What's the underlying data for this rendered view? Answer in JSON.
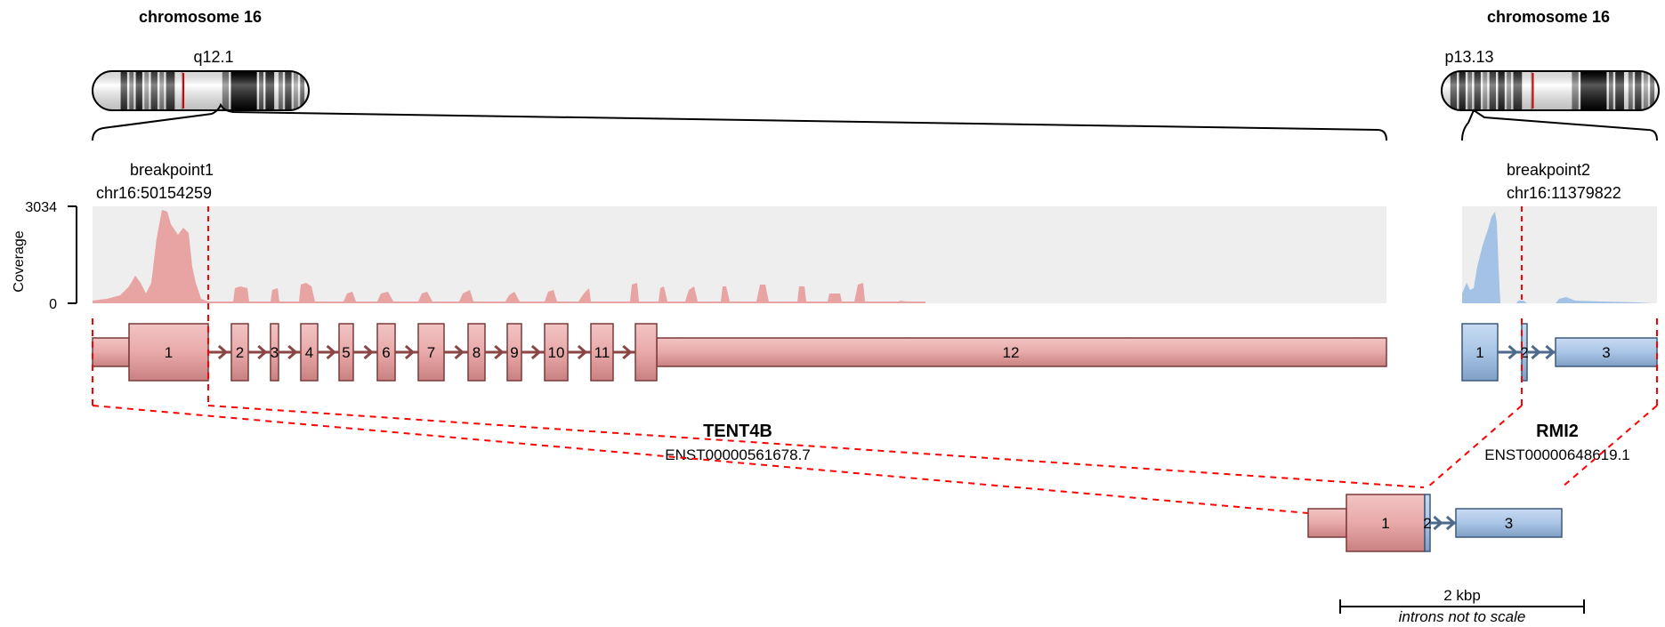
{
  "left": {
    "chromosome_title": "chromosome 16",
    "band_label": "q12.1",
    "breakpoint_label": "breakpoint1",
    "breakpoint_position": "chr16:50154259",
    "gene_name": "TENT4B",
    "transcript_id": "ENST00000561678.7",
    "exons": [
      "1",
      "2",
      "3",
      "4",
      "5",
      "6",
      "7",
      "8",
      "9",
      "10",
      "11",
      "12"
    ]
  },
  "right": {
    "chromosome_title": "chromosome 16",
    "band_label": "p13.13",
    "breakpoint_label": "breakpoint2",
    "breakpoint_position": "chr16:11379822",
    "gene_name": "RMI2",
    "transcript_id": "ENST00000648619.1",
    "exons": [
      "1",
      "2",
      "3"
    ]
  },
  "coverage": {
    "axis_label": "Coverage",
    "max_tick": "3034",
    "min_tick": "0"
  },
  "fusion": {
    "exons": [
      "1",
      "2",
      "3"
    ]
  },
  "scale_bar": {
    "label": "2 kbp",
    "note": "introns not to scale"
  },
  "colors": {
    "gene1_fill": "#e8a9a9",
    "gene1_stroke": "#7a3a3a",
    "gene2_fill": "#a9c5e6",
    "gene2_stroke": "#3c5a7a",
    "coverage1": "#e8a3a3",
    "coverage2": "#a3c2e6",
    "coverage_bg": "#eeeeee",
    "breakpoint": "#ff0000"
  }
}
